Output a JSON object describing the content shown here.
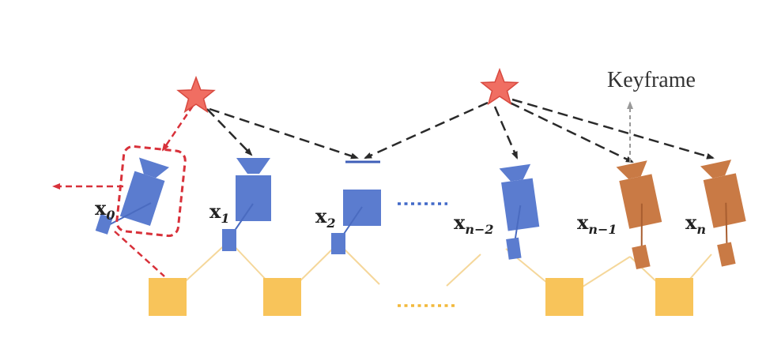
{
  "colors": {
    "background": "#ffffff",
    "camera_blue": "#5b7ccf",
    "camera_orange": "#c97a45",
    "landmark": "#f8c45a",
    "factor_line": "#f5d79a",
    "star_fill": "#f06e62",
    "star_stroke": "#d84a40",
    "highlight_red": "#d8313a",
    "dash_black": "#2a2a2a",
    "dots_blue": "#4169c8",
    "dots_yellow": "#f2b93b",
    "keyframe_arrow": "#999999"
  },
  "icons": {
    "star": "star-icon",
    "camera": "camera-pose-icon",
    "landmark": "landmark-square-icon"
  },
  "labels": {
    "keyframe": "Keyframe",
    "poses": [
      {
        "base": "x",
        "sub": "0"
      },
      {
        "base": "x",
        "sub": "1"
      },
      {
        "base": "x",
        "sub": "2"
      },
      {
        "base": "x",
        "sub": "n−2"
      },
      {
        "base": "x",
        "sub": "n−1"
      },
      {
        "base": "x",
        "sub": "n"
      }
    ]
  }
}
